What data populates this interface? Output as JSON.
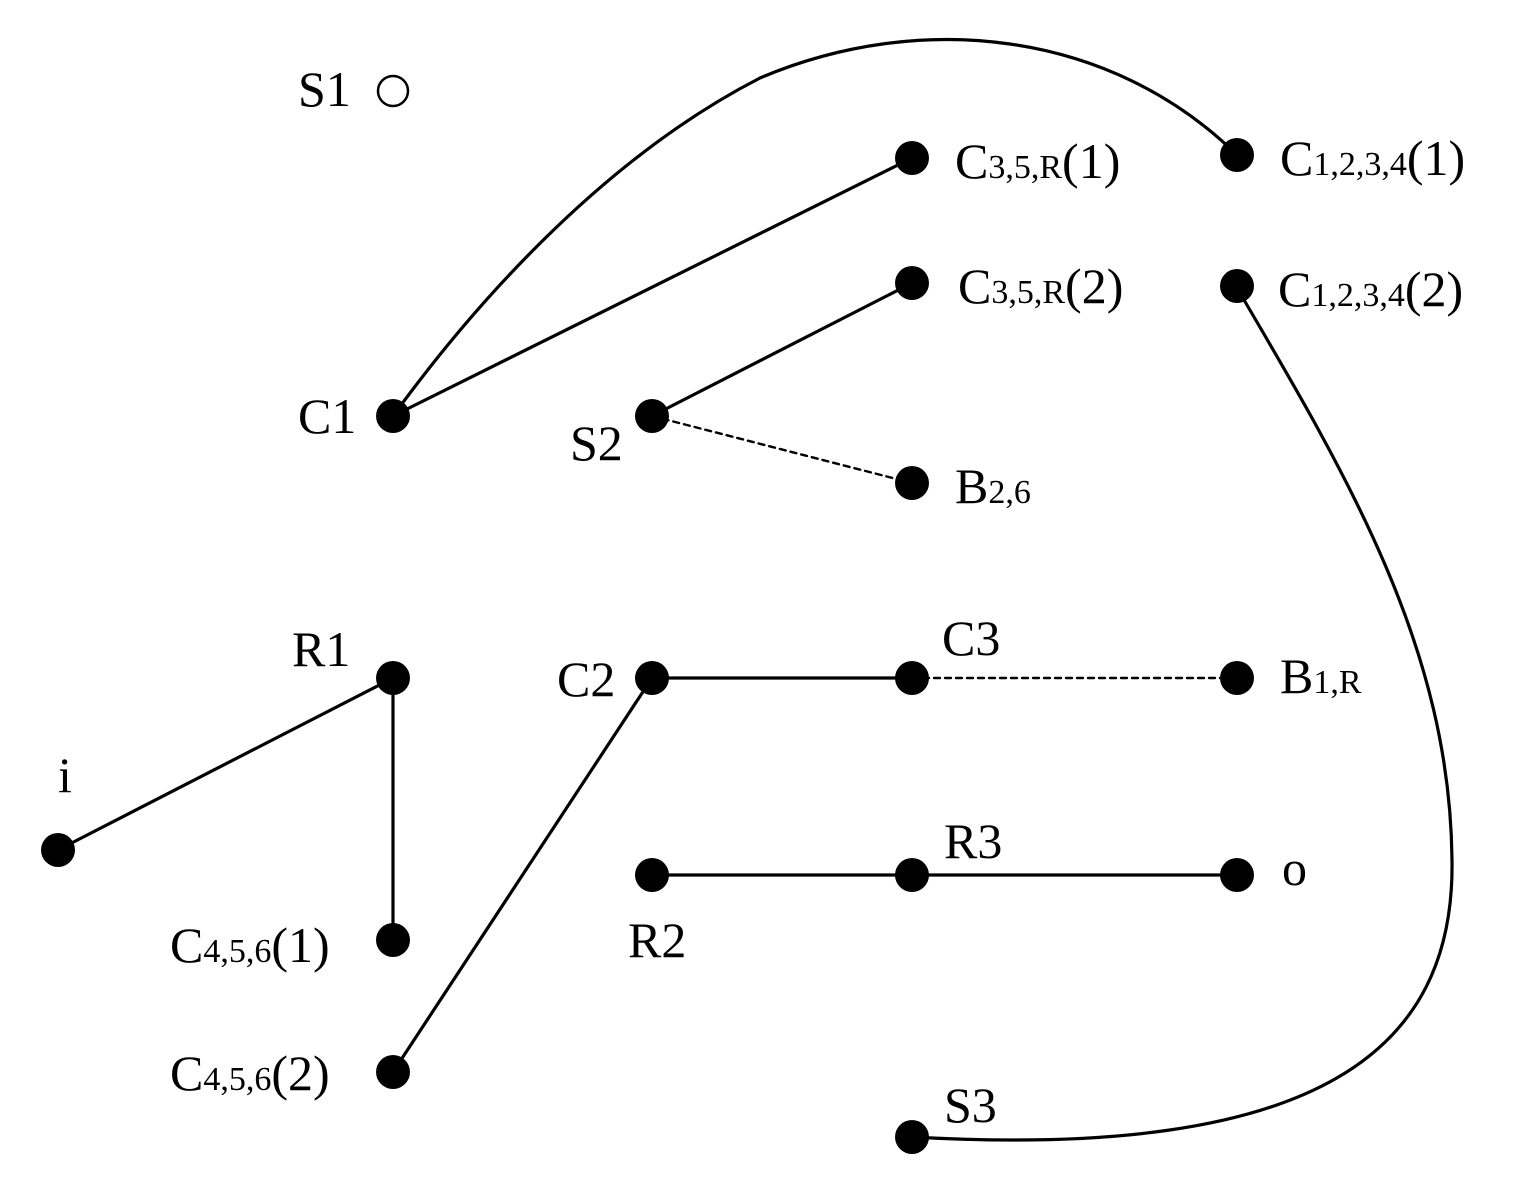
{
  "diagram": {
    "nodes": {
      "S1": {
        "main": "S1",
        "sub": "",
        "tail": "",
        "filled": false
      },
      "C1": {
        "main": "C1",
        "sub": "",
        "tail": "",
        "filled": true
      },
      "S2": {
        "main": "S2",
        "sub": "",
        "tail": "",
        "filled": true
      },
      "C35R1": {
        "main": "C",
        "sub": "3,5,R",
        "tail": "(1)",
        "filled": true
      },
      "C35R2": {
        "main": "C",
        "sub": "3,5,R",
        "tail": "(2)",
        "filled": true
      },
      "C12341": {
        "main": "C",
        "sub": "1,2,3,4",
        "tail": "(1)",
        "filled": true
      },
      "C12342": {
        "main": "C",
        "sub": "1,2,3,4",
        "tail": "(2)",
        "filled": true
      },
      "B26": {
        "main": "B",
        "sub": "2,6",
        "tail": "",
        "filled": true
      },
      "R1": {
        "main": "R1",
        "sub": "",
        "tail": "",
        "filled": true
      },
      "i": {
        "main": "i",
        "sub": "",
        "tail": "",
        "filled": true
      },
      "C4561": {
        "main": "C",
        "sub": "4,5,6",
        "tail": "(1)",
        "filled": true
      },
      "C4562": {
        "main": "C",
        "sub": "4,5,6",
        "tail": "(2)",
        "filled": true
      },
      "C2": {
        "main": "C2",
        "sub": "",
        "tail": "",
        "filled": true
      },
      "C3": {
        "main": "C3",
        "sub": "",
        "tail": "",
        "filled": true
      },
      "B1R": {
        "main": "B",
        "sub": "1,R",
        "tail": "",
        "filled": true
      },
      "R2": {
        "main": "R2",
        "sub": "",
        "tail": "",
        "filled": true
      },
      "R3": {
        "main": "R3",
        "sub": "",
        "tail": "",
        "filled": true
      },
      "o": {
        "main": "o",
        "sub": "",
        "tail": "",
        "filled": true
      },
      "S3": {
        "main": "S3",
        "sub": "",
        "tail": "",
        "filled": true
      }
    },
    "edges": [
      {
        "from": "C1",
        "to": "C12341",
        "style": "solid",
        "shape": "curve"
      },
      {
        "from": "C1",
        "to": "C35R1",
        "style": "solid",
        "shape": "line"
      },
      {
        "from": "S2",
        "to": "C35R2",
        "style": "solid",
        "shape": "line"
      },
      {
        "from": "S2",
        "to": "B26",
        "style": "dashed",
        "shape": "line"
      },
      {
        "from": "R1",
        "to": "i",
        "style": "solid",
        "shape": "line"
      },
      {
        "from": "R1",
        "to": "C4561",
        "style": "solid",
        "shape": "line"
      },
      {
        "from": "C2",
        "to": "C3",
        "style": "solid",
        "shape": "line"
      },
      {
        "from": "C2",
        "to": "C4562",
        "style": "solid",
        "shape": "line"
      },
      {
        "from": "C3",
        "to": "B1R",
        "style": "dashed",
        "shape": "line"
      },
      {
        "from": "R2",
        "to": "R3",
        "style": "solid",
        "shape": "line"
      },
      {
        "from": "R3",
        "to": "o",
        "style": "solid",
        "shape": "line"
      },
      {
        "from": "C12342",
        "to": "S3",
        "style": "solid",
        "shape": "curve"
      }
    ]
  }
}
